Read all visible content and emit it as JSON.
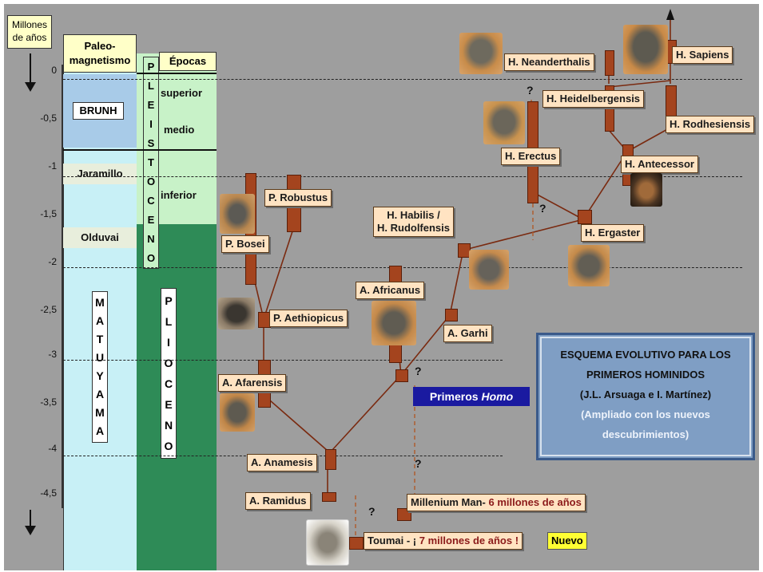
{
  "axis": {
    "title_line1": "Millones",
    "title_line2": "de años",
    "ticks": [
      "0",
      "-0,5",
      "-1",
      "-1,5",
      "-2",
      "-2,5",
      "-3",
      "-3,5",
      "-4",
      "-4,5"
    ]
  },
  "columns": {
    "paleo_header": "Paleo- magnetismo",
    "paleo_line1": "Paleo-",
    "paleo_line2": "magnetismo",
    "epocas_header": "Épocas",
    "brunh": "BRUNH",
    "jaramillo": "Jaramillo",
    "olduvai": "Olduvai",
    "matuyama": [
      "M",
      "A",
      "T",
      "U",
      "Y",
      "A",
      "M",
      "A"
    ],
    "pleistoceno": [
      "P",
      "L",
      "E",
      "I",
      "S",
      "T",
      "O",
      "C",
      "E",
      "N",
      "O"
    ],
    "plioceno": [
      "P",
      "L",
      "I",
      "O",
      "C",
      "E",
      "N",
      "O"
    ],
    "superior": "superior",
    "medio": "medio",
    "inferior": "inferior"
  },
  "species": {
    "h_sapiens": "H. Sapiens",
    "h_neanderthalis": "H. Neanderthalis",
    "h_heidelbergensis": "H. Heidelbergensis",
    "h_rodhesiensis": "H. Rodhesiensis",
    "h_erectus": "H. Erectus",
    "h_antecessor": "H. Antecessor",
    "h_ergaster": "H. Ergaster",
    "h_habilis_1": "H. Habilis /",
    "h_habilis_2": "H. Rudolfensis",
    "p_robustus": "P. Robustus",
    "p_bosei": "P. Bosei",
    "p_aethiopicus": "P. Aethiopicus",
    "a_africanus": "A. Africanus",
    "a_garhi": "A. Garhi",
    "a_afarensis": "A. Afarensis",
    "a_anamesis": "A. Anamesis",
    "a_ramidus": "A. Ramidus",
    "millenium_prefix": "Millenium Man- ",
    "millenium_suffix": "6 millones de años",
    "toumai_prefix": "Toumai - ¡ ",
    "toumai_suffix": "7 millones de años !",
    "nuevo": "Nuevo"
  },
  "primeros_homo": {
    "prefix": "Primeros ",
    "italic": "Homo"
  },
  "info": {
    "line1": "ESQUEMA EVOLUTIVO PARA LOS",
    "line2": "PRIMEROS HOMINIDOS",
    "line3": "(J.L. Arsuaga e I. Martínez)",
    "line4": "(Ampliado con los nuevos",
    "line5": "descubrimientos)"
  },
  "question_mark": "?",
  "colors": {
    "background": "#9e9e9e",
    "label_fill": "#ffe3c2",
    "bar": "#a4441e",
    "brunh_blue": "#a8cbe8",
    "matuyama_cyan": "#c8f0f6",
    "pleistocene_light": "#c8f2c8",
    "pliocene_green": "#2e8b57",
    "info_box": "#7f9ec4",
    "primeros_box": "#1a1aa0"
  }
}
